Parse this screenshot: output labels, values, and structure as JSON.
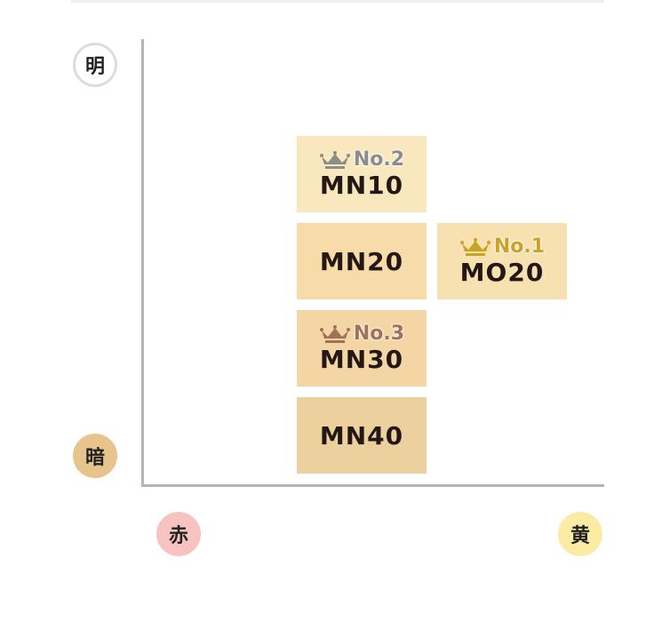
{
  "axis_labels": {
    "bright": "明",
    "dark": "暗",
    "red": "赤",
    "yellow": "黄"
  },
  "colors": {
    "rank1": "#c8a326",
    "rank2": "#8c8c8c",
    "rank3": "#a0725a"
  },
  "shades": [
    {
      "name": "MN10",
      "rank": "No.2",
      "color": "#f9e8bd"
    },
    {
      "name": "MN20",
      "rank": null,
      "color": "#f7dba8"
    },
    {
      "name": "MO20",
      "rank": "No.1",
      "color": "#f7e1b0"
    },
    {
      "name": "MN30",
      "rank": "No.3",
      "color": "#f3d6a4"
    },
    {
      "name": "MN40",
      "rank": null,
      "color": "#ecd19f"
    }
  ]
}
